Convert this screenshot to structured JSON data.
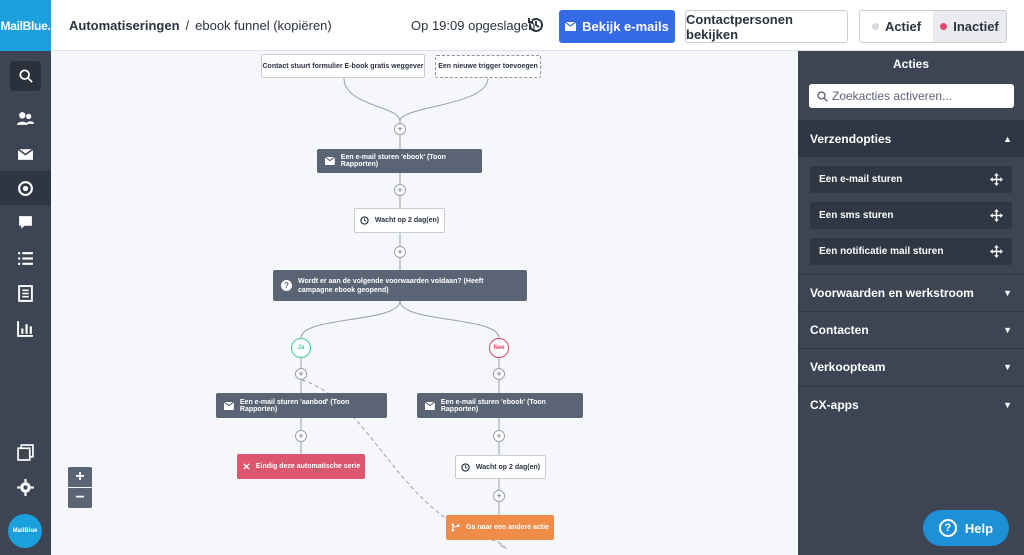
{
  "app": {
    "logo_text": "MailBlue.",
    "avatar_text": "MailBlue"
  },
  "header": {
    "breadcrumb_root": "Automatiseringen",
    "breadcrumb_sep": "/",
    "breadcrumb_current": "ebook funnel (kopiëren)",
    "saved_text": "Op 19:09 opgeslagen",
    "primary_button": "Bekijk e-mails",
    "secondary_button": "Contactpersonen bekijken",
    "status_active": "Actief",
    "status_inactive": "Inactief",
    "status_selected": "Inactief"
  },
  "nav": {
    "items": [
      "search-icon",
      "contacts-icon",
      "email-icon",
      "automation-icon",
      "chat-icon",
      "lists-icon",
      "forms-icon",
      "reports-icon",
      "pages-icon",
      "settings-icon"
    ],
    "active": "automation-icon"
  },
  "canvas": {
    "trigger_1": "Contact stuurt formulier E-book gratis weggever",
    "trigger_add": "Een nieuwe trigger toevoegen",
    "step_send_ebook": "Een e-mail sturen 'ebook' (Toon Rapporten)",
    "step_wait_1": "Wacht op 2 dag(en)",
    "step_condition": "Wordt er aan de volgende voorwaarden voldaan? (Heeft campagne ebook geopend)",
    "branch_yes": "Ja",
    "branch_no": "Nee",
    "step_send_offer": "Een e-mail sturen 'aanbod' (Toon Rapporten)",
    "step_send_ebook_2": "Een e-mail sturen 'ebook' (Toon Rapporten)",
    "step_end": "Eindig deze automatische serie",
    "step_wait_2": "Wacht op 2 dag(en)",
    "step_goto": "Ga naar een andere actie",
    "plus": "+",
    "zoom_in": "+",
    "zoom_out": "−"
  },
  "panel": {
    "title": "Acties",
    "search_placeholder": "Zoekacties activeren...",
    "sections": [
      "Verzendopties",
      "Voorwaarden en werkstroom",
      "Contacten",
      "Verkoopteam",
      "CX-apps"
    ],
    "actions": [
      "Een e-mail sturen",
      "Een sms sturen",
      "Een notificatie mail sturen"
    ]
  },
  "help": {
    "label": "Help"
  },
  "colors": {
    "brand": "#1aa0dc",
    "primary_button": "#356ae6",
    "nav_bg": "#3d4555",
    "node_dark": "#5b6475",
    "node_end": "#dc5670",
    "node_goto": "#ee8c48",
    "yes": "#3cc99a",
    "no": "#e0476a"
  }
}
